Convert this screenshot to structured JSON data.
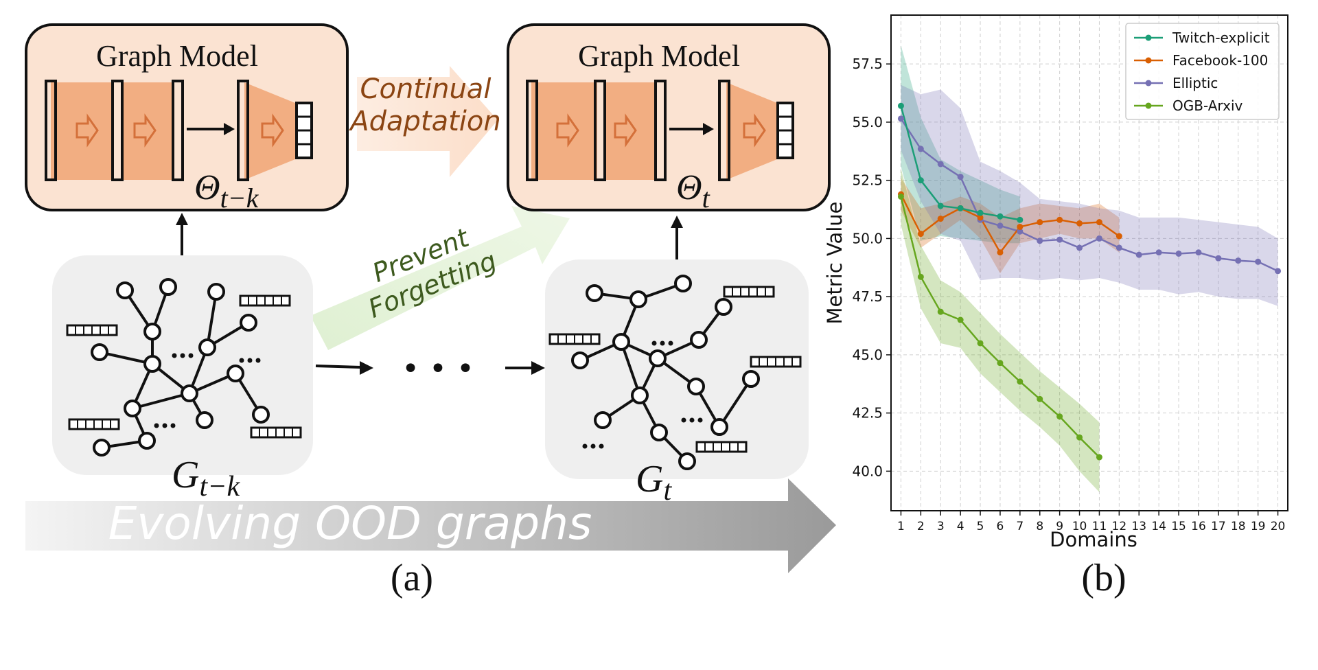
{
  "panel_a": {
    "model_left_title": "Graph Model",
    "model_right_title": "Graph Model",
    "theta_left": "Θ",
    "theta_left_sub": "t−k",
    "theta_right": "Θ",
    "theta_right_sub": "t",
    "continual_line1": "Continual",
    "continual_line2": "Adaptation",
    "prevent_line1": "Prevent",
    "prevent_line2": "Forgetting",
    "graph_left_label": "G",
    "graph_left_sub": "t−k",
    "graph_right_label": "G",
    "graph_right_sub": "t",
    "ellipsis_big": "• • •",
    "evolving": "Evolving OOD graphs",
    "caption": "(a)",
    "colors": {
      "model_fill": "#fbe3d2",
      "layer_fill": "#f2ae82",
      "arrow_orange": "#d4703a",
      "continual_text": "#8b4513",
      "prevent_text": "#3d5a1e",
      "graph_bg": "#efefef"
    }
  },
  "panel_b": {
    "caption": "(b)",
    "chart_data": {
      "type": "line",
      "xlabel": "Domains",
      "ylabel": "Metric Value",
      "ylim": [
        38.3,
        59.6
      ],
      "xlim": [
        0.5,
        20.5
      ],
      "xticks": [
        "1",
        "2",
        "3",
        "4",
        "5",
        "6",
        "7",
        "8",
        "9",
        "10",
        "11",
        "12",
        "13",
        "14",
        "15",
        "16",
        "17",
        "18",
        "19",
        "20"
      ],
      "yticks": [
        "40.0",
        "42.5",
        "45.0",
        "47.5",
        "50.0",
        "52.5",
        "55.0",
        "57.5"
      ],
      "grid": true,
      "legend_position": "top-right",
      "series": [
        {
          "name": "Twitch-explicit",
          "color": "#1b9e77",
          "x": [
            1,
            2,
            3,
            4,
            5,
            6,
            7
          ],
          "y": [
            55.7,
            52.5,
            51.4,
            51.3,
            51.1,
            50.95,
            50.8
          ],
          "upper": [
            58.3,
            55.2,
            53.4,
            52.9,
            52.5,
            52.1,
            51.8
          ],
          "lower": [
            53.1,
            49.9,
            50.1,
            50.0,
            49.9,
            49.8,
            49.8
          ]
        },
        {
          "name": "Facebook-100",
          "color": "#d95f02",
          "x": [
            1,
            2,
            3,
            4,
            5,
            6,
            7,
            8,
            9,
            10,
            11,
            12
          ],
          "y": [
            51.9,
            50.2,
            50.85,
            51.3,
            50.9,
            49.4,
            50.5,
            50.7,
            50.8,
            50.65,
            50.7,
            50.1
          ],
          "upper": [
            52.6,
            51.3,
            51.5,
            51.8,
            51.5,
            50.9,
            51.3,
            51.5,
            51.4,
            51.3,
            51.5,
            50.9
          ],
          "lower": [
            51.2,
            49.6,
            50.2,
            50.8,
            50.0,
            48.5,
            49.8,
            50.0,
            50.2,
            50.0,
            50.0,
            49.4
          ]
        },
        {
          "name": "Elliptic",
          "color": "#7570b3",
          "x": [
            1,
            2,
            3,
            4,
            5,
            6,
            7,
            8,
            9,
            10,
            11,
            12,
            13,
            14,
            15,
            16,
            17,
            18,
            19,
            20
          ],
          "y": [
            55.15,
            53.85,
            53.2,
            52.65,
            50.8,
            50.55,
            50.3,
            49.9,
            49.95,
            49.6,
            50.0,
            49.6,
            49.3,
            49.4,
            49.35,
            49.4,
            49.15,
            49.05,
            49.0,
            48.6
          ],
          "upper": [
            56.6,
            56.2,
            56.4,
            55.6,
            53.3,
            52.9,
            52.4,
            51.7,
            51.6,
            51.5,
            51.3,
            51.2,
            50.9,
            50.9,
            50.9,
            50.8,
            50.7,
            50.6,
            50.5,
            50.0
          ],
          "lower": [
            53.8,
            51.6,
            50.2,
            49.9,
            48.2,
            48.3,
            48.3,
            48.2,
            48.3,
            48.2,
            48.3,
            48.1,
            47.8,
            47.8,
            47.6,
            47.7,
            47.5,
            47.4,
            47.4,
            47.1
          ]
        },
        {
          "name": "OGB-Arxiv",
          "color": "#66a61e",
          "x": [
            1,
            2,
            3,
            4,
            5,
            6,
            7,
            8,
            9,
            10,
            11
          ],
          "y": [
            51.8,
            48.35,
            46.85,
            46.5,
            45.5,
            44.65,
            43.85,
            43.1,
            42.35,
            41.45,
            40.6
          ],
          "upper": [
            53.0,
            49.7,
            48.2,
            47.7,
            46.8,
            45.9,
            45.1,
            44.3,
            43.6,
            42.9,
            42.1
          ],
          "lower": [
            50.6,
            47.0,
            45.5,
            45.3,
            44.2,
            43.4,
            42.6,
            41.9,
            41.1,
            40.0,
            39.1
          ]
        }
      ]
    }
  }
}
